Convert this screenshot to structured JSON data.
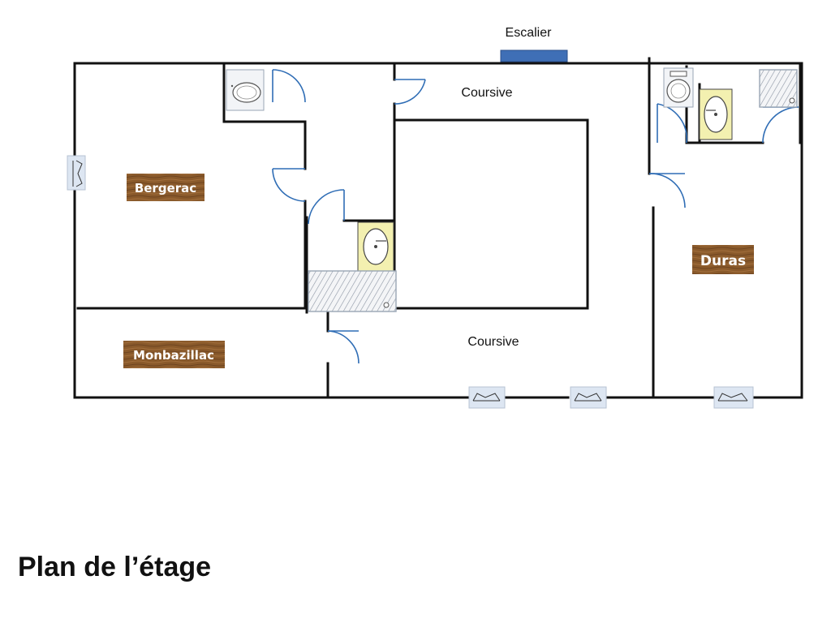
{
  "title": "Plan de l’étage",
  "labels": {
    "escalier": "Escalier",
    "coursive_top": "Coursive",
    "coursive_bottom": "Coursive"
  },
  "rooms": {
    "bergerac": "Bergerac",
    "monbazillac": "Monbazillac",
    "duras": "Duras"
  },
  "colors": {
    "wall": "#111111",
    "door_arc": "#2f6db5",
    "stair_marker": "#3f6fb6",
    "room_plaque": "#8a5a2b",
    "sink": "#f3f0b0",
    "fixture_outline": "#9aa6b5"
  },
  "icons": [
    "toilet-icon",
    "sink-icon",
    "shower-icon",
    "window-icon",
    "door-swing-icon",
    "stair-marker-icon"
  ]
}
